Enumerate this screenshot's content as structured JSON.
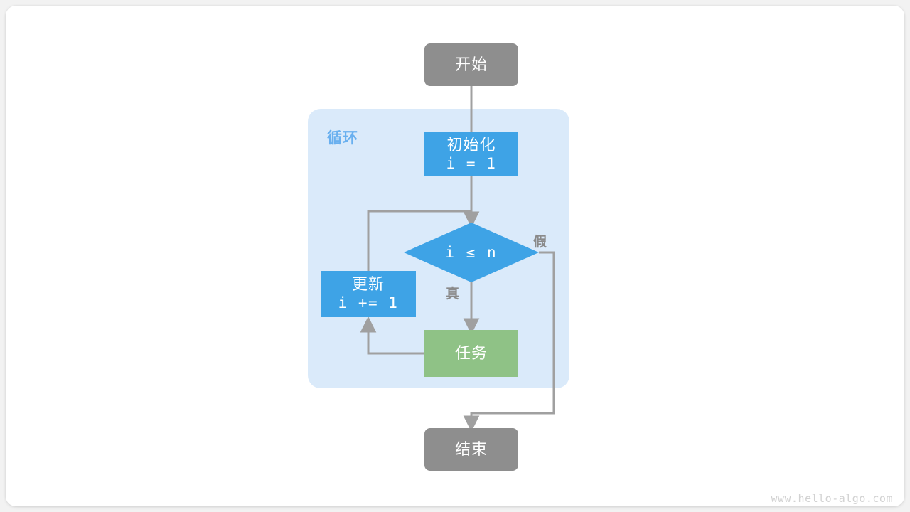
{
  "diagram": {
    "title": "for-loop-flowchart",
    "colors": {
      "terminal": "#8e8e8e",
      "process_blue": "#3ea3e6",
      "process_green": "#8fc286",
      "loop_container": "#daeafa",
      "loop_label": "#69b0ef",
      "edge": "#a0a0a0",
      "edge_label": "#8a8a8a",
      "canvas": "#ffffff"
    },
    "nodes": {
      "start": {
        "label": "开始"
      },
      "init": {
        "label": "初始化",
        "expr": "i = 1"
      },
      "condition": {
        "label": "i ≤ n"
      },
      "update": {
        "label": "更新",
        "expr": "i += 1"
      },
      "task": {
        "label": "任务"
      },
      "end": {
        "label": "结束"
      }
    },
    "loop_container": {
      "label": "循环"
    },
    "edge_labels": {
      "true_branch": "真",
      "false_branch": "假"
    },
    "watermark": "www.hello-algo.com"
  }
}
